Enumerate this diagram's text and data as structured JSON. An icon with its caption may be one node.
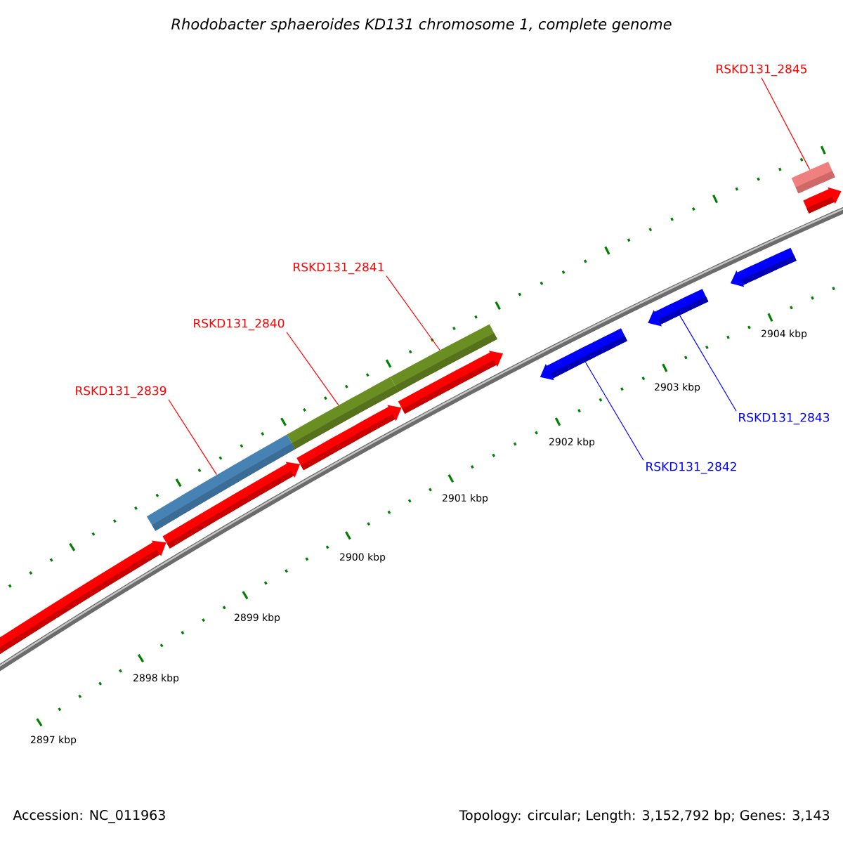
{
  "diagram": {
    "title": "Rhodobacter sphaeroides KD131 chromosome 1, complete genome",
    "nodes": [
      {
        "text": [
          "RSKD131_2845"
        ]
      },
      {
        "text": [
          "RSKD131_2841"
        ]
      },
      {
        "text": [
          "RSKD131_2840"
        ]
      },
      {
        "text": [
          "RSKD131_2839"
        ]
      },
      {
        "text": [
          "RSKD131_2842"
        ]
      },
      {
        "text": [
          "RSKD131_2843"
        ]
      },
      {
        "text": [],
        "shape": "bar"
      },
      {
        "text": [],
        "shape": "bar"
      },
      {
        "text": [],
        "shape": "bar"
      },
      {
        "text": [],
        "shape": "bar"
      },
      {
        "text": [],
        "shape": "bar"
      },
      {
        "text": [],
        "shape": "bar"
      },
      {
        "text": [],
        "shape": "bar"
      },
      {
        "text": [],
        "shape": "bar"
      },
      {
        "text": [],
        "shape": "bar"
      },
      {
        "text": [],
        "shape": "bar"
      },
      {
        "text": [],
        "shape": "bar"
      },
      {
        "text": [],
        "shape": "bar"
      }
    ],
    "edges": [
      {
        "from": 0,
        "to": 9,
        "arrow": "none"
      },
      {
        "from": 1,
        "to": 8,
        "arrow": "none"
      },
      {
        "from": 2,
        "to": 7,
        "arrow": "none"
      },
      {
        "from": 3,
        "to": 6,
        "arrow": "none"
      },
      {
        "from": 4,
        "to": 15,
        "arrow": "none",
        "color": "#0000ff"
      },
      {
        "from": 5,
        "to": 16,
        "arrow": "none",
        "color": "#0000ff"
      }
    ],
    "labels": [
      "2897 kbp",
      "2898 kbp",
      "2899 kbp",
      "2900 kbp",
      "2901 kbp",
      "2902 kbp",
      "2903 kbp",
      "2904 kbp",
      "Accession: NC_011963",
      "Topology: circular; Length: 3,152,792 bp; Genes: 3,143"
    ]
  }
}
